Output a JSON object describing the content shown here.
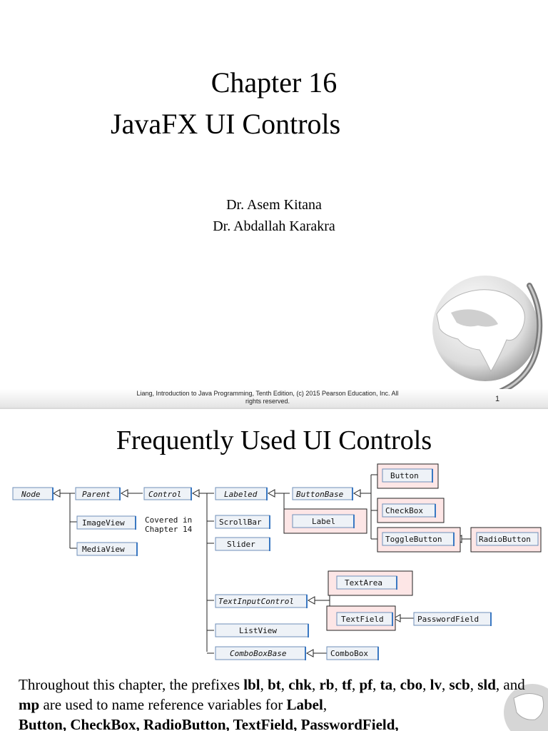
{
  "slide1": {
    "chapter_line": "Chapter 16",
    "title_line": "JavaFX UI Controls",
    "authors": [
      "Dr. Asem Kitana",
      "Dr. Abdallah Karakra"
    ],
    "footer_line1": "Liang, Introduction to Java Programming, Tenth Edition, (c) 2015 Pearson Education, Inc. All",
    "footer_line2": "rights reserved.",
    "page_number": "1"
  },
  "slide2": {
    "title": "Frequently Used UI Controls",
    "diagram": {
      "node": "Node",
      "parent": "Parent",
      "control": "Control",
      "labeled": "Labeled",
      "buttonbase": "ButtonBase",
      "button": "Button",
      "checkbox": "CheckBox",
      "togglebutton": "ToggleButton",
      "radiobutton": "RadioButton",
      "label": "Label",
      "imageview": "ImageView",
      "mediaview": "MediaView",
      "covered1": "Covered in",
      "covered2": "Chapter 14",
      "scrollbar": "ScrollBar",
      "slider": "Slider",
      "textinputcontrol": "TextInputControl",
      "textarea": "TextArea",
      "textfield": "TextField",
      "passwordfield": "PasswordField",
      "listview": "ListView",
      "comboboxbase": "ComboBoxBase",
      "combobox": "ComboBox"
    },
    "para": {
      "p1": "Throughout this chapter, the prefixes ",
      "lbl": "lbl",
      "c1": ", ",
      "bt": "bt",
      "c2": ", ",
      "chk": "chk",
      "c3": ", ",
      "rb": "rb",
      "c4": ", ",
      "tf": "tf",
      "c5": ", ",
      "pf": "pf",
      "c6": ", ",
      "ta": "ta",
      "c7": ", ",
      "cbo": "cbo",
      "c8": ",",
      "lv": "lv",
      "c9": ",  ",
      "scb": "scb",
      "c10": ", ",
      "sld": "sld",
      "c11": ", and ",
      "mp": "mp",
      "p2": " are used to name reference variables for ",
      "Label": "Label",
      "c12": ",",
      "line3": "Button, CheckBox, RadioButton, TextField, PasswordField,"
    }
  },
  "colors": {
    "box_fill": "#eef2f7",
    "box_border": "#6f8fb8",
    "box_shadow": "#3a78c2",
    "highlight_fill": "#fde6e6",
    "italic_text": "#1f3a66"
  }
}
